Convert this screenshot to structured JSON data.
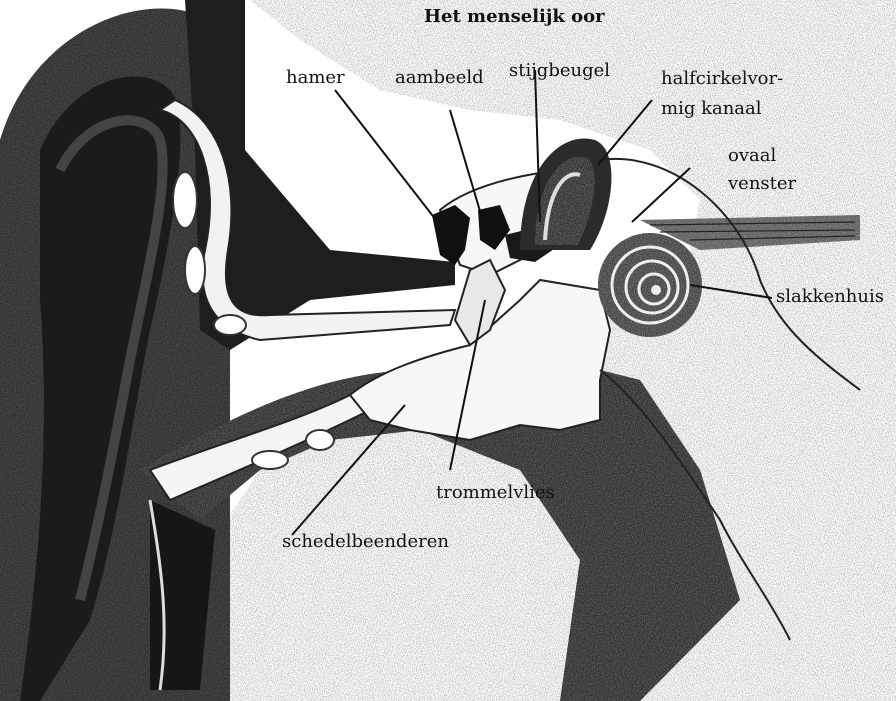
{
  "title": "Het menselijk oor",
  "labels": {
    "hamer": "hamer",
    "aambeeld": "aambeeld",
    "stijgbeugel": "stijgbeugel",
    "halfcirkel_line1": "halfcirkelvor-",
    "halfcirkel_line2": "mig kanaal",
    "ovaal_line1": "ovaal",
    "ovaal_line2": "venster",
    "slakkenhuis": "slakkenhuis",
    "trommelvlies": "trommelvlies",
    "schedelbeenderen": "schedelbeenderen"
  }
}
